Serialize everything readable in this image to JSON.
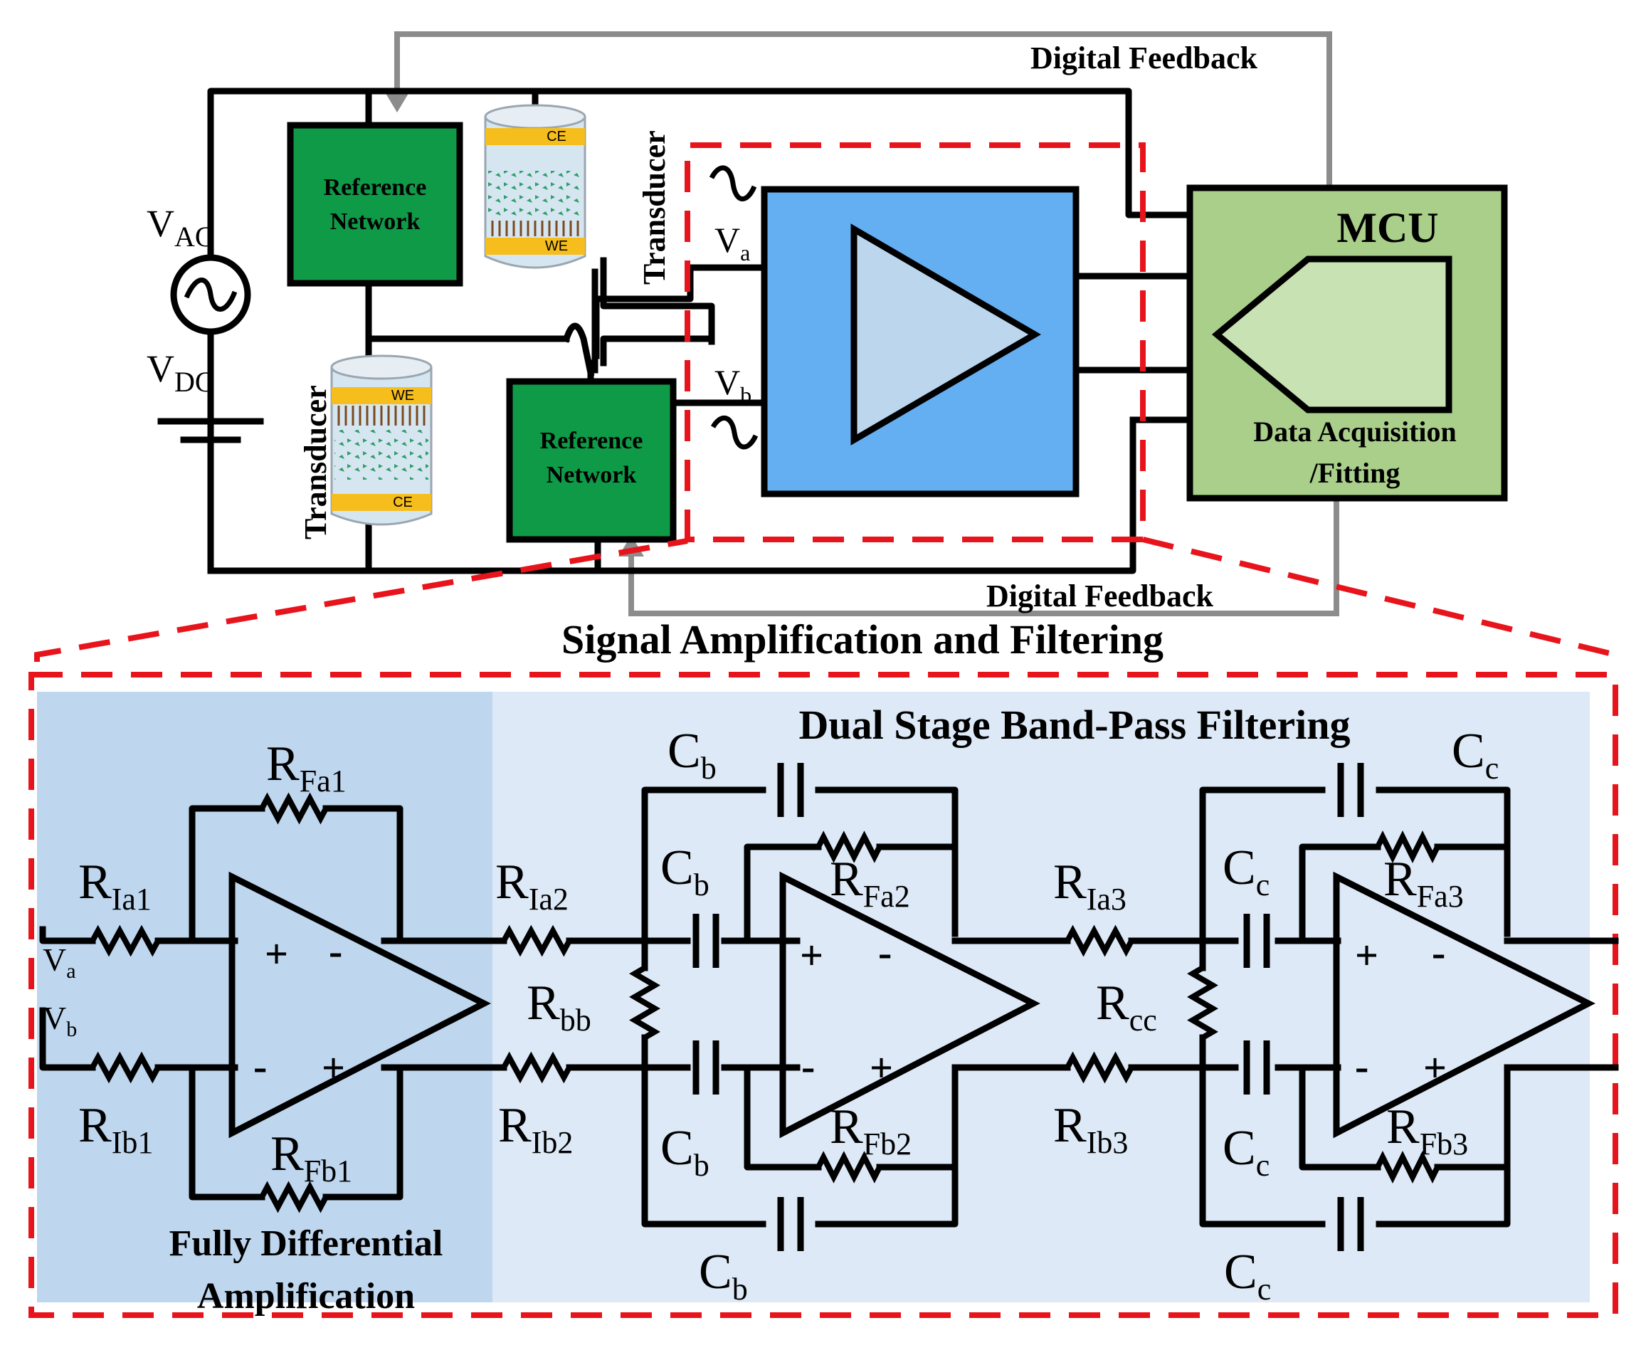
{
  "colors": {
    "wire": "#000000",
    "feedback_line": "#8c8c8c",
    "dashed_outline": "#e8141c",
    "reference_network": "#0f9a47",
    "amplifier_block": "#64aef2",
    "amplifier_triangle": "#bcd6ee",
    "mcu_block": "#a9cf8a",
    "adc_shape": "#c9e2b3",
    "electrode": "#f6be1c",
    "beaker": "#d6e6f0",
    "particles": "#2e9e6a",
    "stage1_panel": "#bed6ee",
    "stage2_panel": "#dde9f6"
  },
  "icons": {
    "ac_source": "ac-source-icon",
    "dc_source": "battery-icon",
    "transducer": "electrochemical-cell-icon",
    "amplifier": "triangle-amplifier-icon",
    "adc": "adc-pentagon-icon",
    "resistor": "zigzag-resistor-icon",
    "capacitor": "parallel-plate-capacitor-icon",
    "op_amp": "op-amp-icon"
  },
  "top": {
    "digital_feedback_top": "Digital Feedback",
    "digital_feedback_bottom": "Digital Feedback",
    "v_ac": {
      "main": "V",
      "sub": "AC"
    },
    "v_dc": {
      "main": "V",
      "sub": "DC"
    },
    "reference_network_1": {
      "line1": "Reference",
      "line2": "Network"
    },
    "reference_network_2": {
      "line1": "Reference",
      "line2": "Network"
    },
    "transducer_1": {
      "label": "Transducer",
      "top_electrode": "CE",
      "bottom_electrode": "WE"
    },
    "transducer_2": {
      "label": "Transducer",
      "top_electrode": "WE",
      "bottom_electrode": "CE"
    },
    "va": {
      "main": "V",
      "sub": "a"
    },
    "vb": {
      "main": "V",
      "sub": "b"
    },
    "mcu": {
      "title": "MCU",
      "line1": "Data Acquisition",
      "line2": "/Fitting"
    },
    "section_title": "Signal Amplification and Filtering"
  },
  "bottom": {
    "filter_title": "Dual Stage Band-Pass Filtering",
    "amp_caption_line1": "Fully Differential",
    "amp_caption_line2": "Amplification",
    "input_va": {
      "main": "V",
      "sub": "a"
    },
    "input_vb": {
      "main": "V",
      "sub": "b"
    },
    "plus": "+",
    "minus": "-",
    "components": {
      "r_ia1": {
        "main": "R",
        "sub": "Ia1"
      },
      "r_ib1": {
        "main": "R",
        "sub": "Ib1"
      },
      "r_fa1": {
        "main": "R",
        "sub": "Fa1"
      },
      "r_fb1": {
        "main": "R",
        "sub": "Fb1"
      },
      "r_ia2": {
        "main": "R",
        "sub": "Ia2"
      },
      "r_ib2": {
        "main": "R",
        "sub": "Ib2"
      },
      "r_bb": {
        "main": "R",
        "sub": "bb"
      },
      "c_b": {
        "main": "C",
        "sub": "b"
      },
      "r_fa2": {
        "main": "R",
        "sub": "Fa2"
      },
      "r_fb2": {
        "main": "R",
        "sub": "Fb2"
      },
      "r_ia3": {
        "main": "R",
        "sub": "Ia3"
      },
      "r_ib3": {
        "main": "R",
        "sub": "Ib3"
      },
      "r_cc": {
        "main": "R",
        "sub": "cc"
      },
      "c_c": {
        "main": "C",
        "sub": "c"
      },
      "r_fa3": {
        "main": "R",
        "sub": "Fa3"
      },
      "r_fb3": {
        "main": "R",
        "sub": "Fb3"
      }
    }
  }
}
